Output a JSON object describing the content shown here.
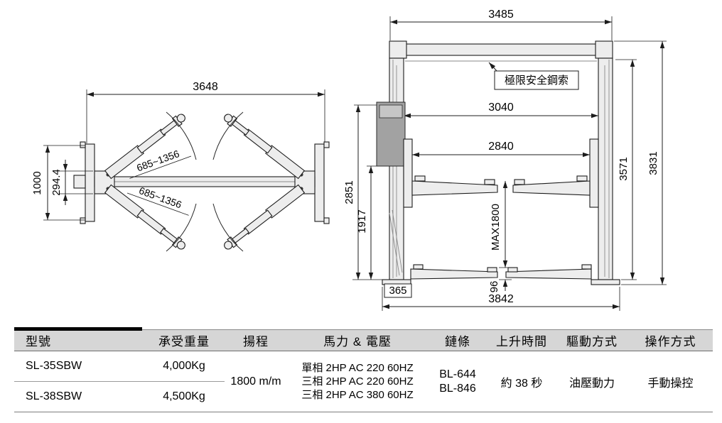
{
  "top_view": {
    "dim_width": "3648",
    "dim_height": "1000",
    "dim_carriage": "294.4",
    "arm_range_upper": "685~1356",
    "arm_range_lower": "685~1356"
  },
  "front_view": {
    "dim_top_width": "3485",
    "safety_cable_label": "極限安全鋼索",
    "dim_inner_width": "3040",
    "dim_arm_span": "2840",
    "dim_left_height_1": "2851",
    "dim_left_height_2": "1917",
    "dim_max_lift": "MAX1800",
    "dim_under_beam_height": "3571",
    "dim_total_height": "3831",
    "dim_base_offset": "365",
    "dim_pad_height": "96",
    "dim_base_width": "3842"
  },
  "spec_table": {
    "headers": [
      "型號",
      "承受重量",
      "揚程",
      "馬力 & 電壓",
      "鏈條",
      "上升時間",
      "驅動方式",
      "操作方式"
    ],
    "models": [
      {
        "model": "SL-35SBW",
        "capacity": "4,000Kg"
      },
      {
        "model": "SL-38SBW",
        "capacity": "4,500Kg"
      }
    ],
    "lift_height": "1800 m/m",
    "power_options": [
      "單相 2HP AC 220 60HZ",
      "三相 2HP AC 220 60HZ",
      "三相 2HP AC 380 60HZ"
    ],
    "chains": [
      "BL-644",
      "BL-846"
    ],
    "rise_time": "約 38 秒",
    "drive_method": "油壓動力",
    "operation_method": "手動操控"
  }
}
